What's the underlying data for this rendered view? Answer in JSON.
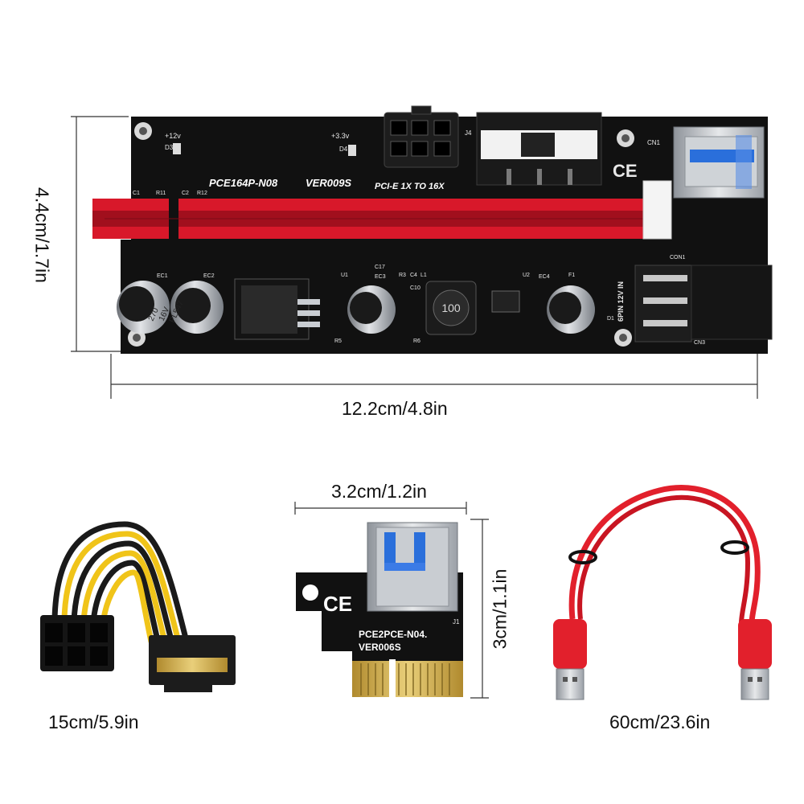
{
  "dimensions": {
    "main_height": "4.4cm/1.7in",
    "main_width": "12.2cm/4.8in",
    "adapter_width": "3.2cm/1.2in",
    "adapter_height": "3cm/1.1in",
    "power_cable_length": "15cm/5.9in",
    "usb_cable_length": "60cm/23.6in"
  },
  "main_board": {
    "model": "PCE164P-N08",
    "version": "VER009S",
    "slot_label": "PCI-E  1X  TO  16X",
    "plus12v": "+12v",
    "plus33v": "+3.3v",
    "d3": "D3",
    "d4": "D4",
    "j4": "J4",
    "cn1": "CN1",
    "cn3": "CN3",
    "ce_mark": "CE",
    "cap_value": "270",
    "cap_voltage": "16V",
    "cap_code": "PL547",
    "inductor_value": "100",
    "pin_label": "6PIN 12V IN",
    "ec1": "EC1",
    "ec2": "EC2",
    "ec3": "EC3",
    "ec4": "EC4",
    "u1": "U1",
    "u2": "U2",
    "f1": "F1",
    "d1": "D1",
    "c1": "C1",
    "r11": "R11",
    "c2": "C2",
    "r12": "R12",
    "r5": "R5",
    "r6": "R6",
    "r3": "R3",
    "c4": "C4",
    "l1": "L1",
    "c10": "C10",
    "c17": "C17",
    "con1": "CON1"
  },
  "adapter_board": {
    "model": "PCE2PCE-N04.",
    "version": "VER006S",
    "j1": "J1",
    "ce_mark": "CE"
  },
  "colors": {
    "pcb": "#111111",
    "slot_red": "#d8182a",
    "cable_red": "#e2202c",
    "gold": "#c9a646",
    "usb_blue": "#2a6fdb",
    "metal": "#b8bcc2",
    "wire_yellow": "#f0c419"
  }
}
